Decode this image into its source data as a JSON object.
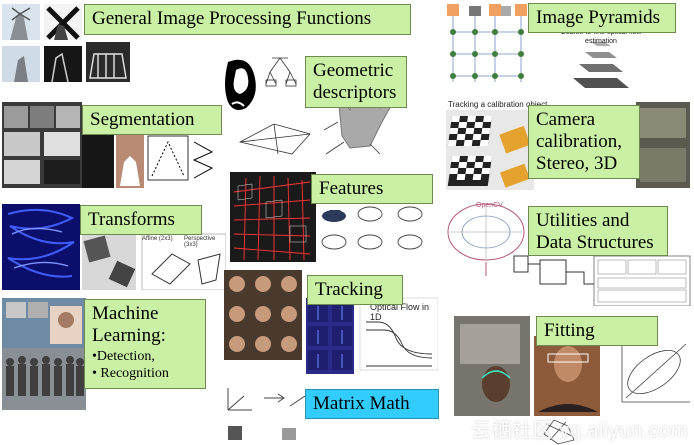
{
  "labels": {
    "general": "General Image Processing Functions",
    "segmentation": "Segmentation",
    "transforms": "Transforms",
    "ml_title": "Machine Learning:",
    "ml_detection": "•Detection,",
    "ml_recognition": "• Recognition",
    "geometric_line1": "Geometric",
    "geometric_line2": "descriptors",
    "features": "Features",
    "tracking": "Tracking",
    "matrix_math": "Matrix Math",
    "pyramids": "Image Pyramids",
    "camera_line1": "Camera",
    "camera_line2": "calibration,",
    "camera_line3": "Stereo, 3D",
    "utilities_line1": "Utilities and",
    "utilities_line2": "Data Structures",
    "fitting": "Fitting"
  },
  "figure_text": {
    "optical_flow": "Optical Flow in 1D",
    "tracking_calib": "Tracking a calibration object",
    "coarse_to_fine": "Coarse-to-fine optical flow estimation",
    "affine": "Affine (2x3)",
    "perspective": "Perspective (3x3)",
    "opencv": "OpenCV"
  },
  "watermark": "云栖社区 yq.aliyun.com",
  "colors": {
    "label_green": "#c9f0a4",
    "label_cyan": "#33ccff"
  }
}
